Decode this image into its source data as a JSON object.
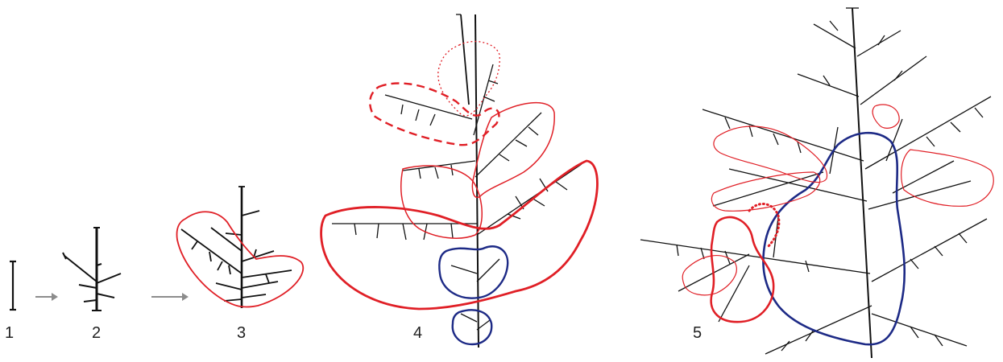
{
  "stages": [
    {
      "label": "1"
    },
    {
      "label": "2"
    },
    {
      "label": "3"
    },
    {
      "label": "4"
    },
    {
      "label": "5"
    }
  ],
  "colors": {
    "branch": "#111111",
    "arrow": "#8c8c8c",
    "outline_red": "#e01f26",
    "outline_blue": "#1d2a86"
  },
  "icons": {
    "arrow": "right-arrow-icon"
  }
}
